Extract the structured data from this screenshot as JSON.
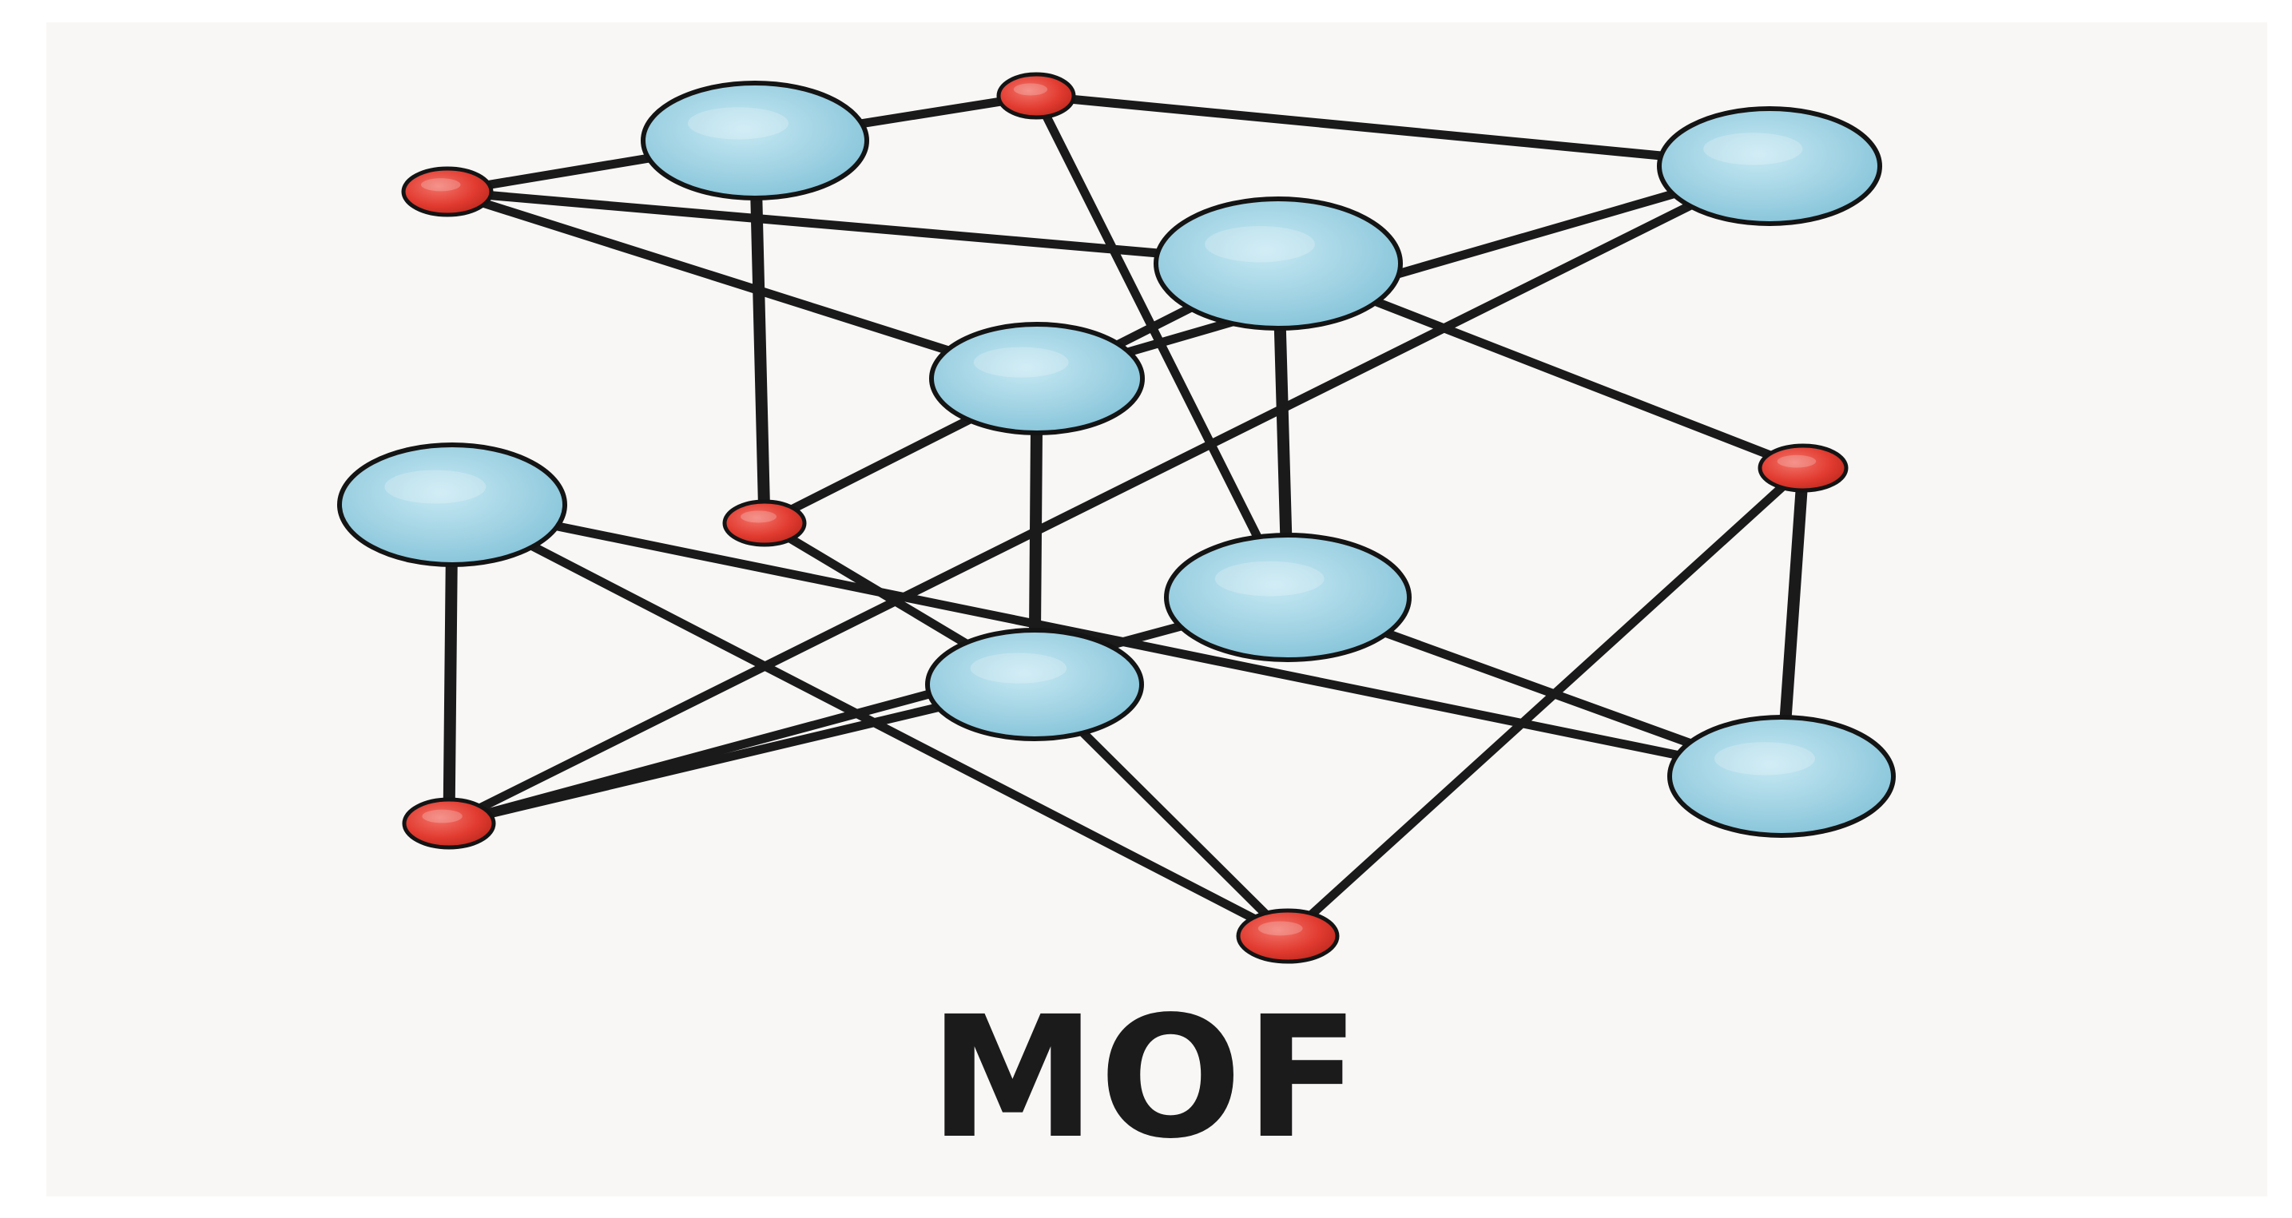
{
  "title": "MOF",
  "colors": {
    "background": "#f9f7f6",
    "metal_node": "#9fd2e3",
    "oxygen_node": "#e23b30",
    "bond": "#1a1a1a",
    "outline": "#141414",
    "title_text": "#1b1b1b"
  },
  "nodes": [
    {
      "id": "b1",
      "type": "metal"
    },
    {
      "id": "b2",
      "type": "metal"
    },
    {
      "id": "b3",
      "type": "metal"
    },
    {
      "id": "b4",
      "type": "metal"
    },
    {
      "id": "b5",
      "type": "metal"
    },
    {
      "id": "b6",
      "type": "metal"
    },
    {
      "id": "b7",
      "type": "metal"
    },
    {
      "id": "b8",
      "type": "metal"
    },
    {
      "id": "r1",
      "type": "oxygen"
    },
    {
      "id": "r2",
      "type": "oxygen"
    },
    {
      "id": "r3",
      "type": "oxygen"
    },
    {
      "id": "r4",
      "type": "oxygen"
    },
    {
      "id": "r5",
      "type": "oxygen"
    },
    {
      "id": "r6",
      "type": "oxygen"
    }
  ],
  "bonds": [
    [
      "r2",
      "b1"
    ],
    [
      "b1",
      "r1"
    ],
    [
      "r1",
      "b3"
    ],
    [
      "r2",
      "b4"
    ],
    [
      "b4",
      "b3"
    ],
    [
      "r2",
      "b2"
    ],
    [
      "b2",
      "r4"
    ],
    [
      "b1",
      "r3"
    ],
    [
      "r1",
      "b5"
    ],
    [
      "b5",
      "b6"
    ],
    [
      "b4",
      "b7"
    ],
    [
      "b3",
      "r5"
    ],
    [
      "b2",
      "b5"
    ],
    [
      "b5",
      "r5"
    ],
    [
      "b2",
      "r3"
    ],
    [
      "r3",
      "b7"
    ],
    [
      "b7",
      "r5"
    ],
    [
      "r4",
      "b6"
    ],
    [
      "b6",
      "b8"
    ],
    [
      "r4",
      "r6"
    ],
    [
      "r6",
      "b8"
    ],
    [
      "b7",
      "r6"
    ],
    [
      "r5",
      "b8"
    ]
  ]
}
